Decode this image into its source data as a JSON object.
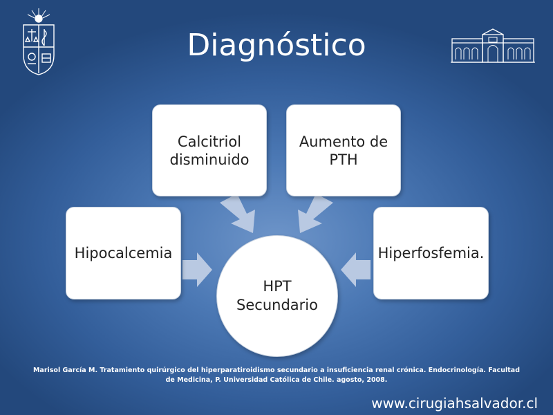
{
  "slide": {
    "title": "Diagnóstico",
    "boxes": {
      "calcitriol": "Calcitriol disminuido",
      "pth": "Aumento de PTH",
      "hipocalcemia": "Hipocalcemia",
      "hiperfosfemia": "Hiperfosfemia."
    },
    "center": "HPT\nSecundario",
    "citation": "Marisol García M. Tratamiento quirúrgico del hiperparatiroidismo secundario a insuficiencia renal crónica. Endocrinología. Facultad de Medicina, P. Universidad Católica de Chile. agosto, 2008.",
    "url": "www.cirugiahsalvador.cl"
  },
  "colors": {
    "background": "#335e9a",
    "box_fill": "#ffffff",
    "arrow_fill": "#b9c9e2",
    "text_light": "#ffffff"
  },
  "icons": {
    "logo_left": "university-crest-icon",
    "logo_right": "hospital-building-icon"
  }
}
